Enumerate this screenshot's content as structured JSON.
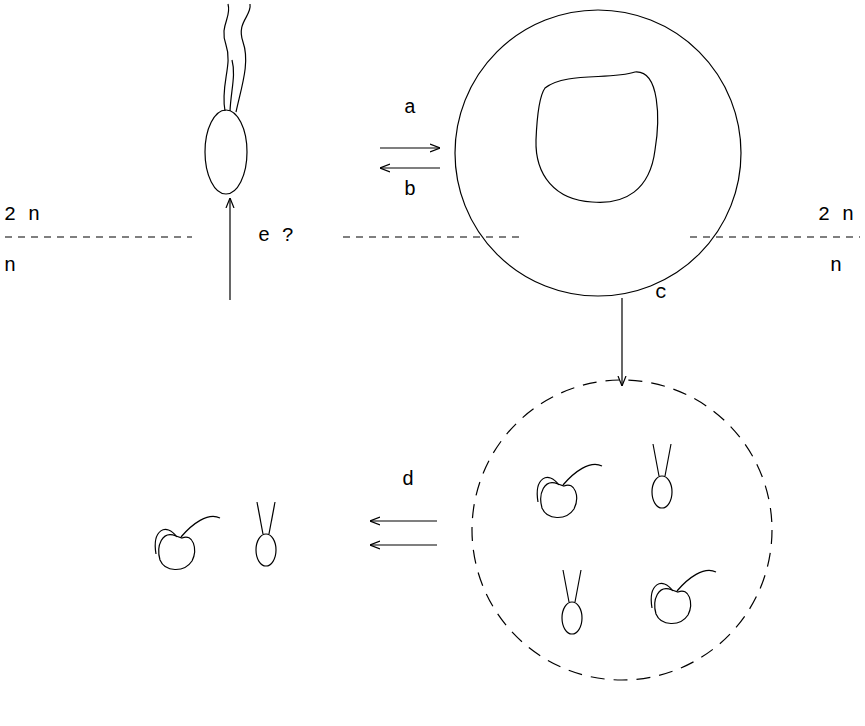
{
  "diagram": {
    "labels": [
      "a",
      "b",
      "2 n",
      "2 n",
      "e ?",
      "c",
      "n",
      "n",
      "d"
    ]
  }
}
